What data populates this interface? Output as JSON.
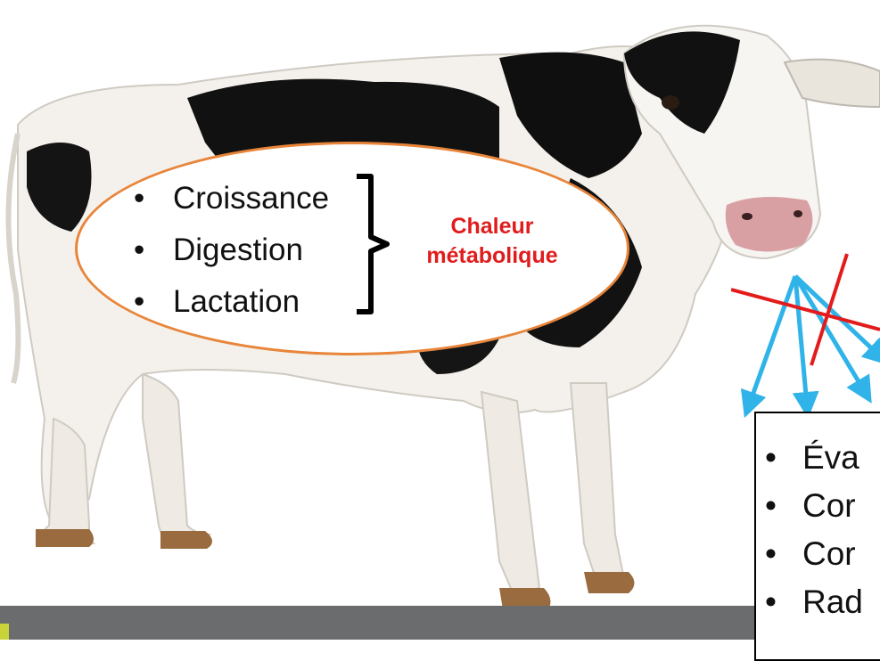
{
  "metabolic_box": {
    "items": [
      "Croissance",
      "Digestion",
      "Lactation"
    ],
    "result_line1": "Chaleur",
    "result_line2": "métabolique"
  },
  "loss_box": {
    "items": [
      "Éva",
      "Cor",
      "Cor",
      "Rad"
    ]
  },
  "colors": {
    "ellipse_border": "#e8853a",
    "heat_text": "#e01c1c",
    "arrows": "#2fb3e8",
    "cross": "#e31b1b",
    "bottom_bar": "#6b6c6e"
  },
  "icons": [
    "cow-illustration",
    "bracket-icon",
    "arrow-icons",
    "cross-icon"
  ]
}
